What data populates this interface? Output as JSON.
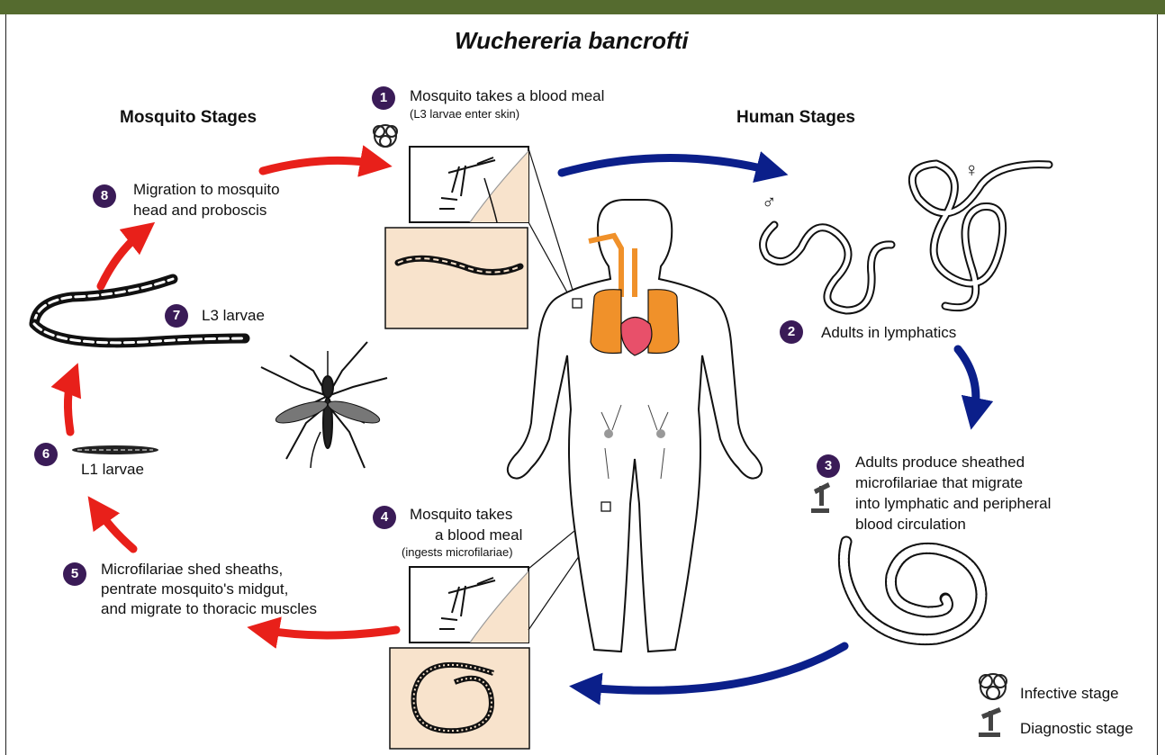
{
  "title": "Wuchereria bancrofti",
  "headings": {
    "mosquito": "Mosquito Stages",
    "human": "Human Stages"
  },
  "steps": {
    "s1": {
      "num": "1",
      "label": "Mosquito takes a blood meal",
      "sub": "(L3 larvae enter skin)"
    },
    "s2": {
      "num": "2",
      "label": "Adults in lymphatics"
    },
    "s3": {
      "num": "3",
      "line1": "Adults produce sheathed",
      "line2": "microfilariae that migrate",
      "line3": "into lymphatic and peripheral",
      "line4": "blood circulation"
    },
    "s4": {
      "num": "4",
      "line1": "Mosquito takes",
      "line2": "a blood meal",
      "sub": "(ingests microfilariae)"
    },
    "s5": {
      "num": "5",
      "line1": "Microfilariae shed sheaths,",
      "line2": "pentrate mosquito's midgut,",
      "line3": "and migrate to thoracic muscles"
    },
    "s6": {
      "num": "6",
      "label": "L1 larvae"
    },
    "s7": {
      "num": "7",
      "label": "L3 larvae"
    },
    "s8": {
      "num": "8",
      "line1": "Migration to mosquito",
      "line2": "head and proboscis"
    }
  },
  "sex_symbols": {
    "male": "♂",
    "female": "♀"
  },
  "legend": {
    "infective": "Infective stage",
    "diagnostic": "Diagnostic stage"
  },
  "colors": {
    "mosquito_arrow": "#e8201a",
    "human_arrow": "#0b1f8a",
    "badge": "#3a1b57",
    "panel": "#f8e3cc",
    "organ": "#f0912a",
    "heart": "#e8506a",
    "header_band": "#556b2f"
  }
}
